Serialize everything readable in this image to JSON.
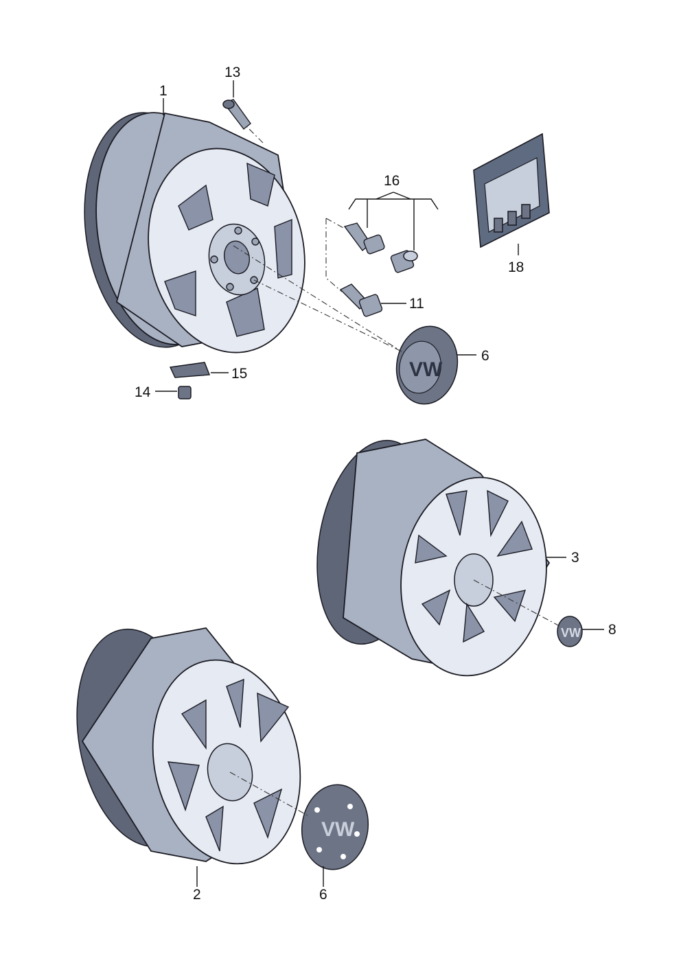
{
  "diagram": {
    "callouts": [
      {
        "id": "c1",
        "label": "1"
      },
      {
        "id": "c13",
        "label": "13"
      },
      {
        "id": "c16",
        "label": "16"
      },
      {
        "id": "c18",
        "label": "18"
      },
      {
        "id": "c11",
        "label": "11"
      },
      {
        "id": "c6a",
        "label": "6"
      },
      {
        "id": "c15",
        "label": "15"
      },
      {
        "id": "c14",
        "label": "14"
      },
      {
        "id": "c3",
        "label": "3"
      },
      {
        "id": "c8",
        "label": "8"
      },
      {
        "id": "c2",
        "label": "2"
      },
      {
        "id": "c6b",
        "label": "6"
      }
    ],
    "parts": [
      {
        "id": "wheel-1",
        "callout": "1",
        "kind": "five-spoke alloy wheel"
      },
      {
        "id": "wheel-2",
        "callout": "2",
        "kind": "split-spoke alloy wheel"
      },
      {
        "id": "wheel-3",
        "callout": "3",
        "kind": "multi-spoke alloy wheel"
      },
      {
        "id": "hubcap-6a",
        "callout": "6",
        "kind": "hub cap"
      },
      {
        "id": "hubcap-6b",
        "callout": "6",
        "kind": "hub cap"
      },
      {
        "id": "emblem-8",
        "callout": "8",
        "kind": "center cap"
      },
      {
        "id": "bolt-11",
        "callout": "11",
        "kind": "wheel bolt"
      },
      {
        "id": "valve-13",
        "callout": "13",
        "kind": "tyre valve"
      },
      {
        "id": "weight-14",
        "callout": "14",
        "kind": "balance weight"
      },
      {
        "id": "weight-15",
        "callout": "15",
        "kind": "balance weight"
      },
      {
        "id": "lockbolt-16",
        "callout": "16",
        "kind": "anti-theft bolt set"
      },
      {
        "id": "pack-18",
        "callout": "18",
        "kind": "bolt set package"
      }
    ]
  }
}
